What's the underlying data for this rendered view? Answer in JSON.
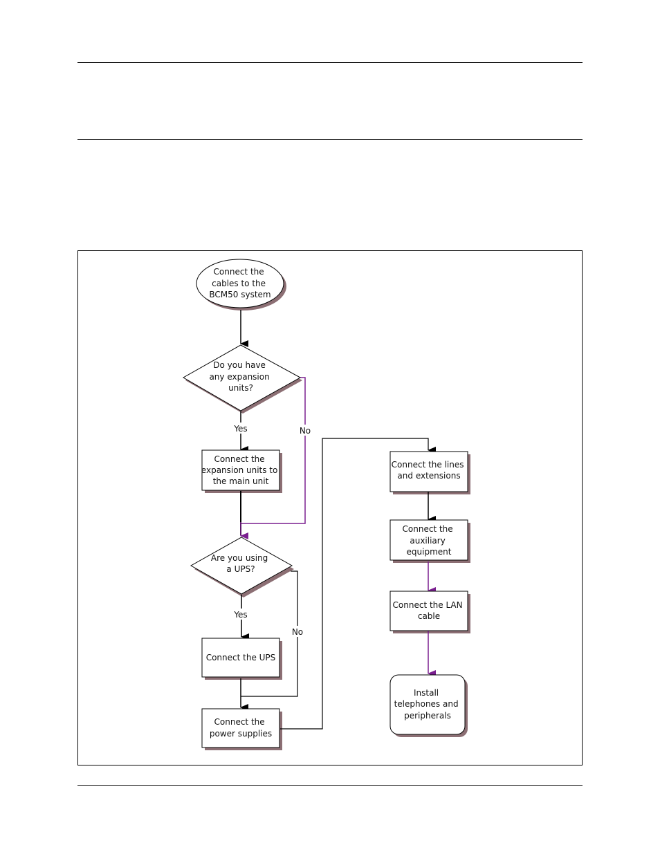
{
  "colors": {
    "line": "#000000",
    "no_path": "#7a1f8f",
    "shadow": "#8c6f74"
  },
  "nodes": {
    "start": [
      "Connect the",
      "cables to the",
      "BCM50 system"
    ],
    "q_expansion": [
      "Do you have",
      "any expansion",
      "units?"
    ],
    "connect_expansion": [
      "Connect the",
      "expansion units to",
      "the main unit"
    ],
    "q_ups": [
      "Are you using",
      "a UPS?"
    ],
    "connect_ups": [
      "Connect the UPS"
    ],
    "connect_power": [
      "Connect the",
      "power supplies"
    ],
    "connect_lines": [
      "Connect the lines",
      "and extensions"
    ],
    "connect_aux": [
      "Connect the",
      "auxiliary",
      "equipment"
    ],
    "connect_lan": [
      "Connect the LAN",
      "cable"
    ],
    "install": [
      "Install",
      "telephones and",
      "peripherals"
    ]
  },
  "labels": {
    "expansion_yes": "Yes",
    "expansion_no": "No",
    "ups_yes": "Yes",
    "ups_no": "No"
  }
}
